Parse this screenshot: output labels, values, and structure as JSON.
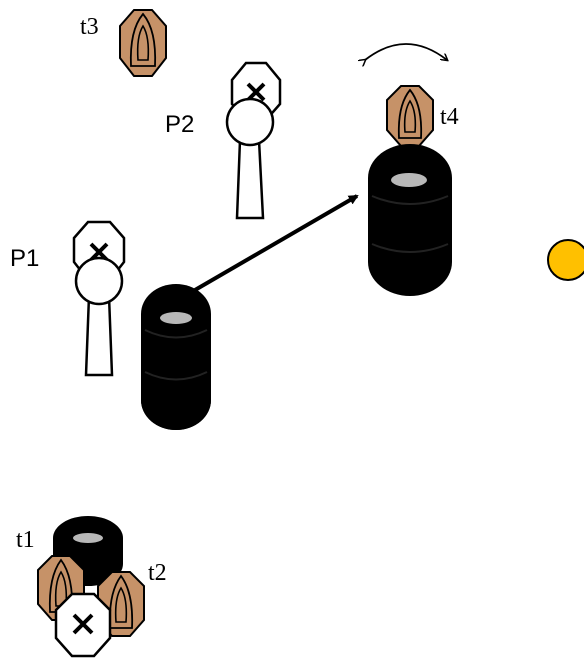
{
  "labels": {
    "t1": "t1",
    "t2": "t2",
    "t3": "t3",
    "t4": "t4",
    "p1": "P1",
    "p2": "P2"
  },
  "colors": {
    "target_fill": "#c69268",
    "target_stroke": "#000000",
    "tire_fill": "#000000",
    "tire_highlight": "#b8b8b8",
    "ball_fill": "#ffc000",
    "ball_stroke": "#000000",
    "background": "#ffffff"
  },
  "icons": {
    "target": "target-silhouette-icon",
    "tire_stack": "tire-stack-icon",
    "player": "player-marker-icon",
    "ball": "ball-icon",
    "move_arrow": "arrow-icon",
    "rotation": "rotation-arrow-icon"
  }
}
